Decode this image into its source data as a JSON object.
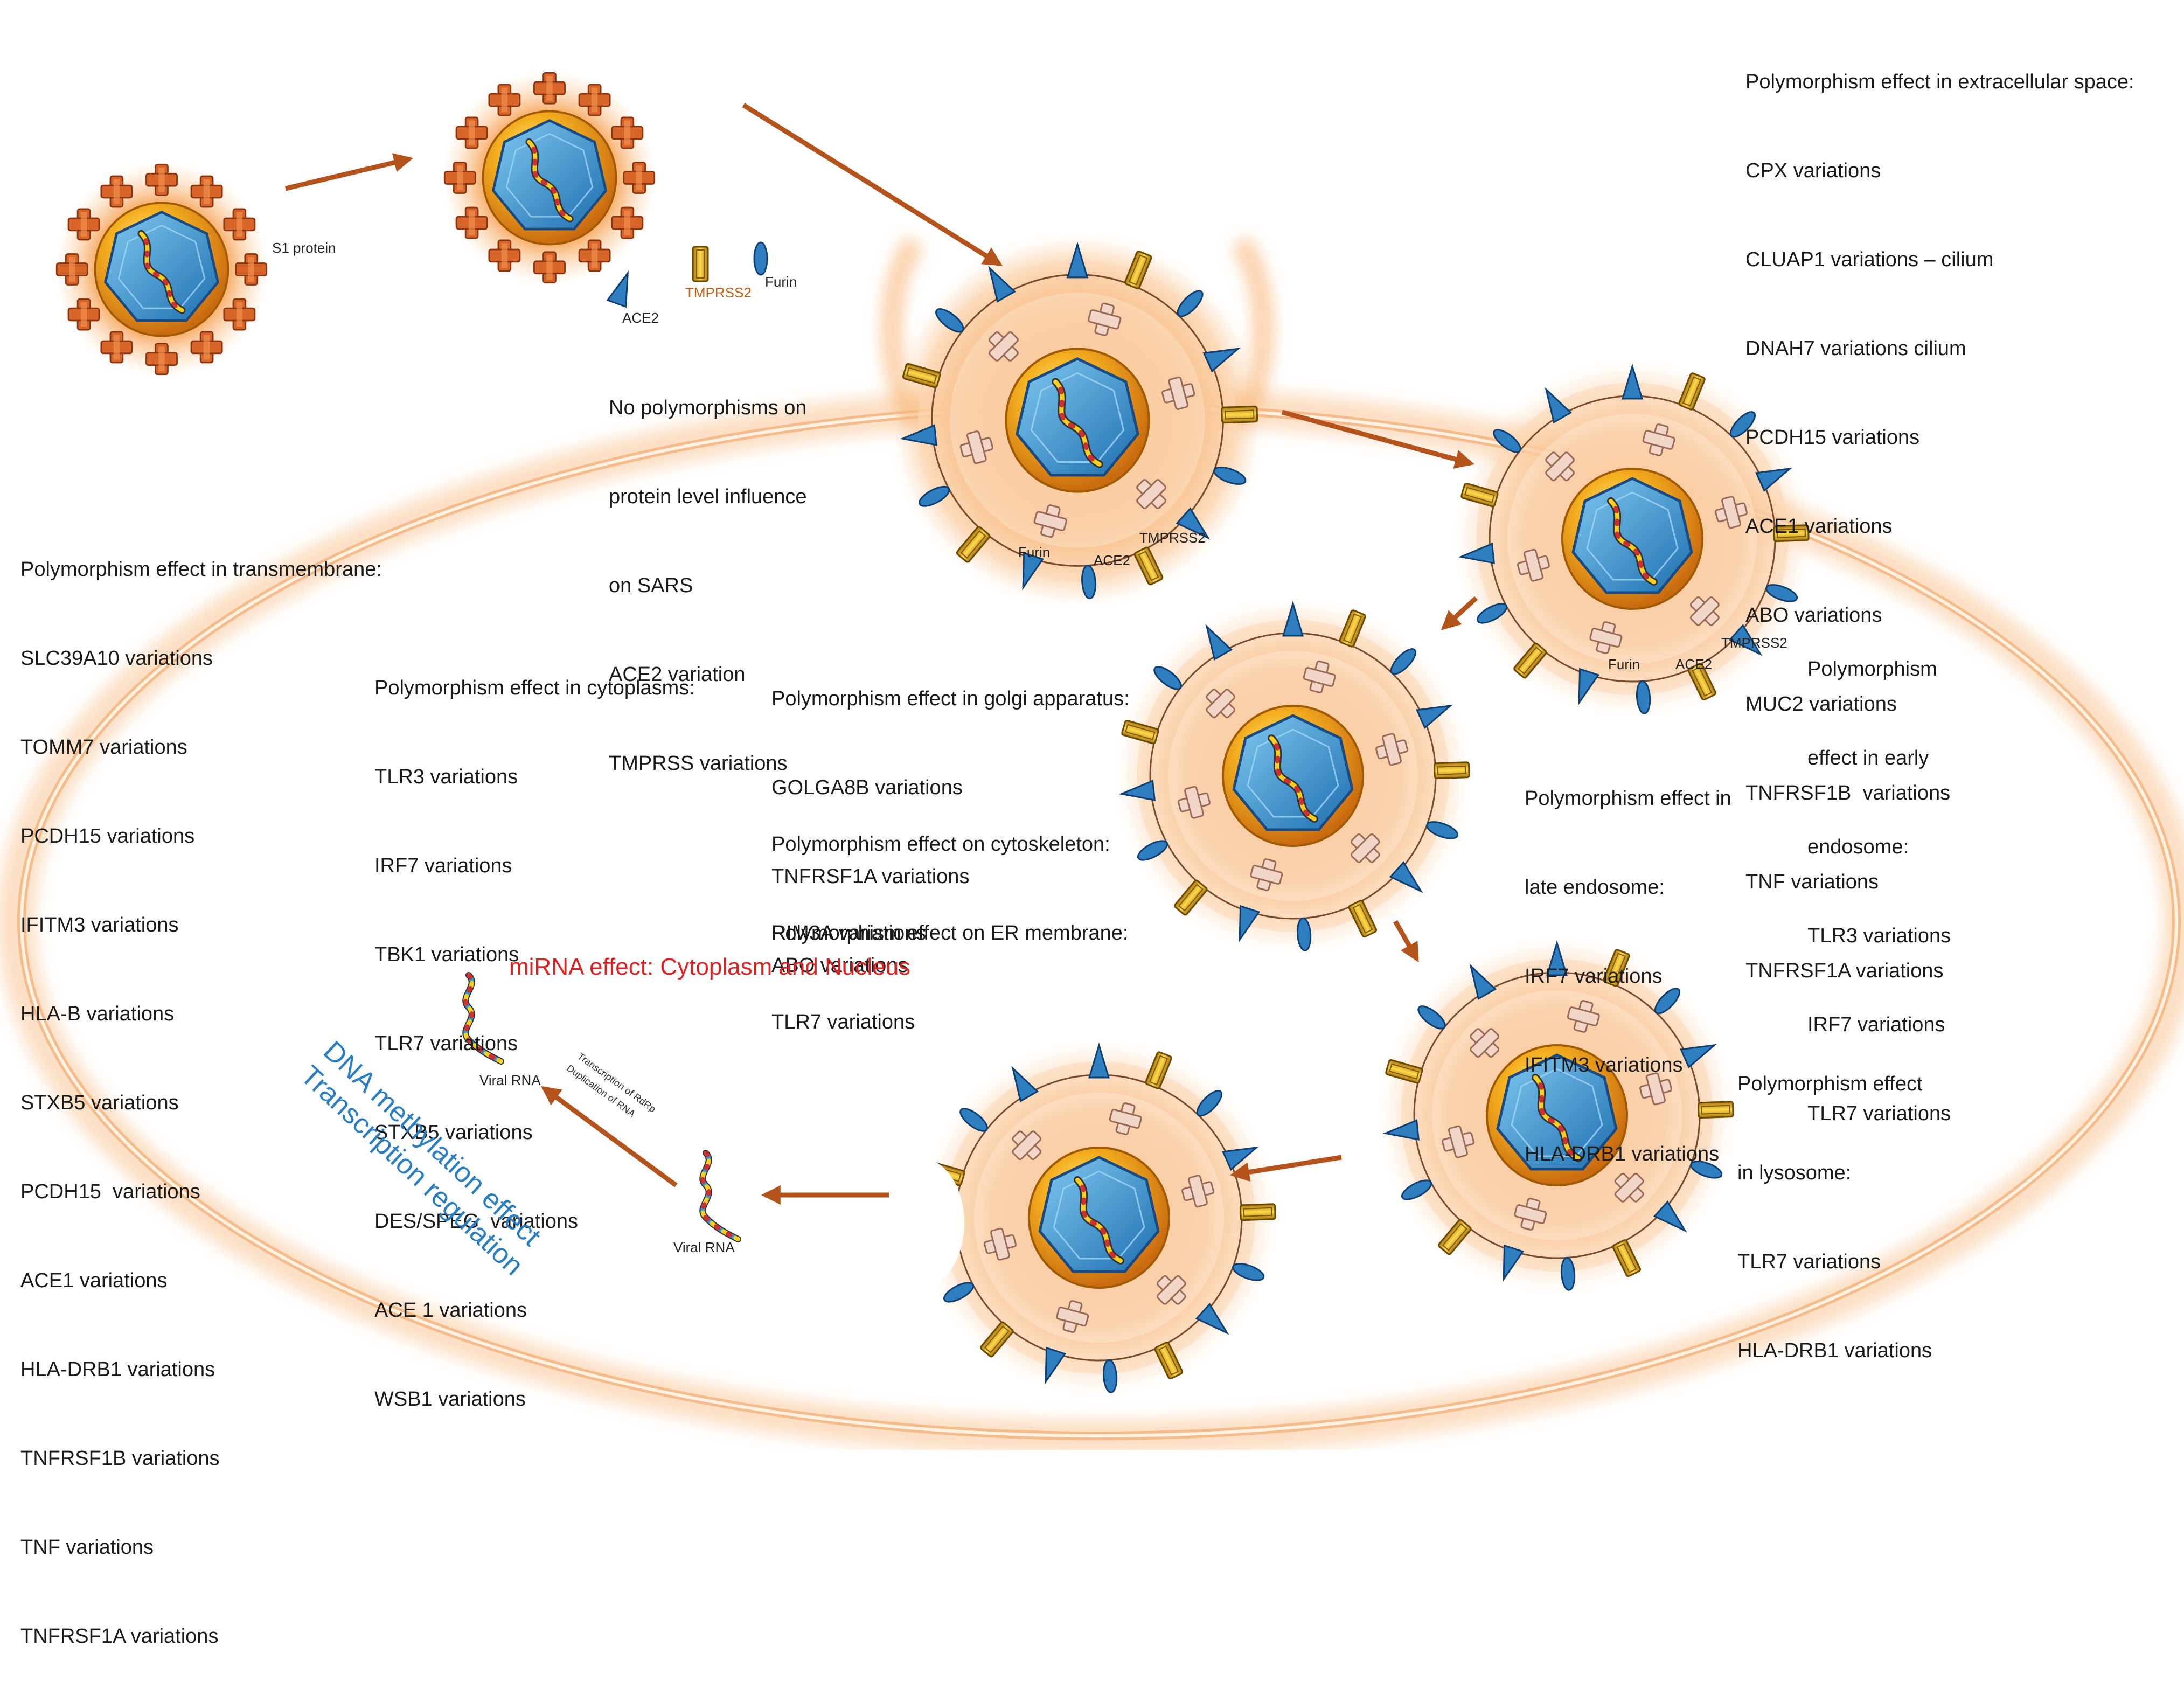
{
  "virus_labels": {
    "s1_protein": "S1 protein",
    "ace2": "ACE2",
    "tmprss2": "TMPRSS2",
    "furin": "Furin",
    "viral_rna": "Viral RNA",
    "transcription_rdrp": "Transcription of RdRp",
    "duplication_rna": "Duplication of RNA"
  },
  "no_polymorphism": [
    "No polymorphisms on",
    "protein level influence",
    "on SARS",
    "ACE2 variation",
    "TMPRSS variations"
  ],
  "extracellular": [
    "Polymorphism effect in extracellular space:",
    "CPX variations",
    "CLUAP1 variations – cilium",
    "DNAH7 variations cilium",
    "PCDH15 variations",
    "ACE1 variations",
    "ABO variations",
    "MUC2 variations",
    "TNFRSF1B  variations",
    "TNF variations",
    "TNFRSF1A variations"
  ],
  "transmembrane": [
    "Polymorphism effect in transmembrane:",
    "SLC39A10 variations",
    "TOMM7 variations",
    "PCDH15 variations",
    "IFITM3 variations",
    "HLA-B variations",
    "STXB5 variations",
    "PCDH15  variations",
    "ACE1 variations",
    "HLA-DRB1 variations",
    "TNFRSF1B variations",
    "TNF variations",
    "TNFRSF1A variations"
  ],
  "cytoplasm": [
    "Polymorphism effect in cytoplasms:",
    "TLR3 variations",
    "IRF7 variations",
    "TBK1 variations",
    "TLR7 variations",
    "STXB5 variations",
    "DES/SPEG  variations",
    "ACE 1 variations",
    "WSB1 variations"
  ],
  "golgi": [
    "Polymorphism effect in golgi apparatus:",
    "GOLGA8B variations",
    "TNFRSF1A variations",
    "ABO variations"
  ],
  "cytoskeleton": [
    "Polymorphism effect on cytoskeleton:",
    "RIM3A variations"
  ],
  "er_membrane": [
    "Polymorphism effect on ER membrane:",
    "TLR7 variations"
  ],
  "early_endosome": [
    "Polymorphism",
    "effect in early",
    "endosome:",
    "TLR3 variations",
    "IRF7 variations",
    "TLR7 variations"
  ],
  "late_endosome": [
    "Polymorphism effect in",
    "late endosome:",
    "IRF7 variations",
    "IFITM3 variations",
    "HLA-DRB1 variations"
  ],
  "lysosome": [
    "Polymorphism effect",
    "in lysosome:",
    "TLR7 variations",
    "HLA-DRB1 variations"
  ],
  "mirna": "miRNA effect: Cytoplasm and Nucleus",
  "dna_methylation": [
    "DNA methylation effect",
    "Transcription regulation"
  ],
  "colors": {
    "glow": "#f7a55a",
    "cell_membrane": "#f4b27a",
    "capsid_outer": "#f0a020",
    "capsid_inner": "#3a9ad8",
    "spike": "#d8662a",
    "arrow": "#b4531c",
    "mirna_text": "#e02020",
    "dna_text": "#2a7fc4"
  }
}
